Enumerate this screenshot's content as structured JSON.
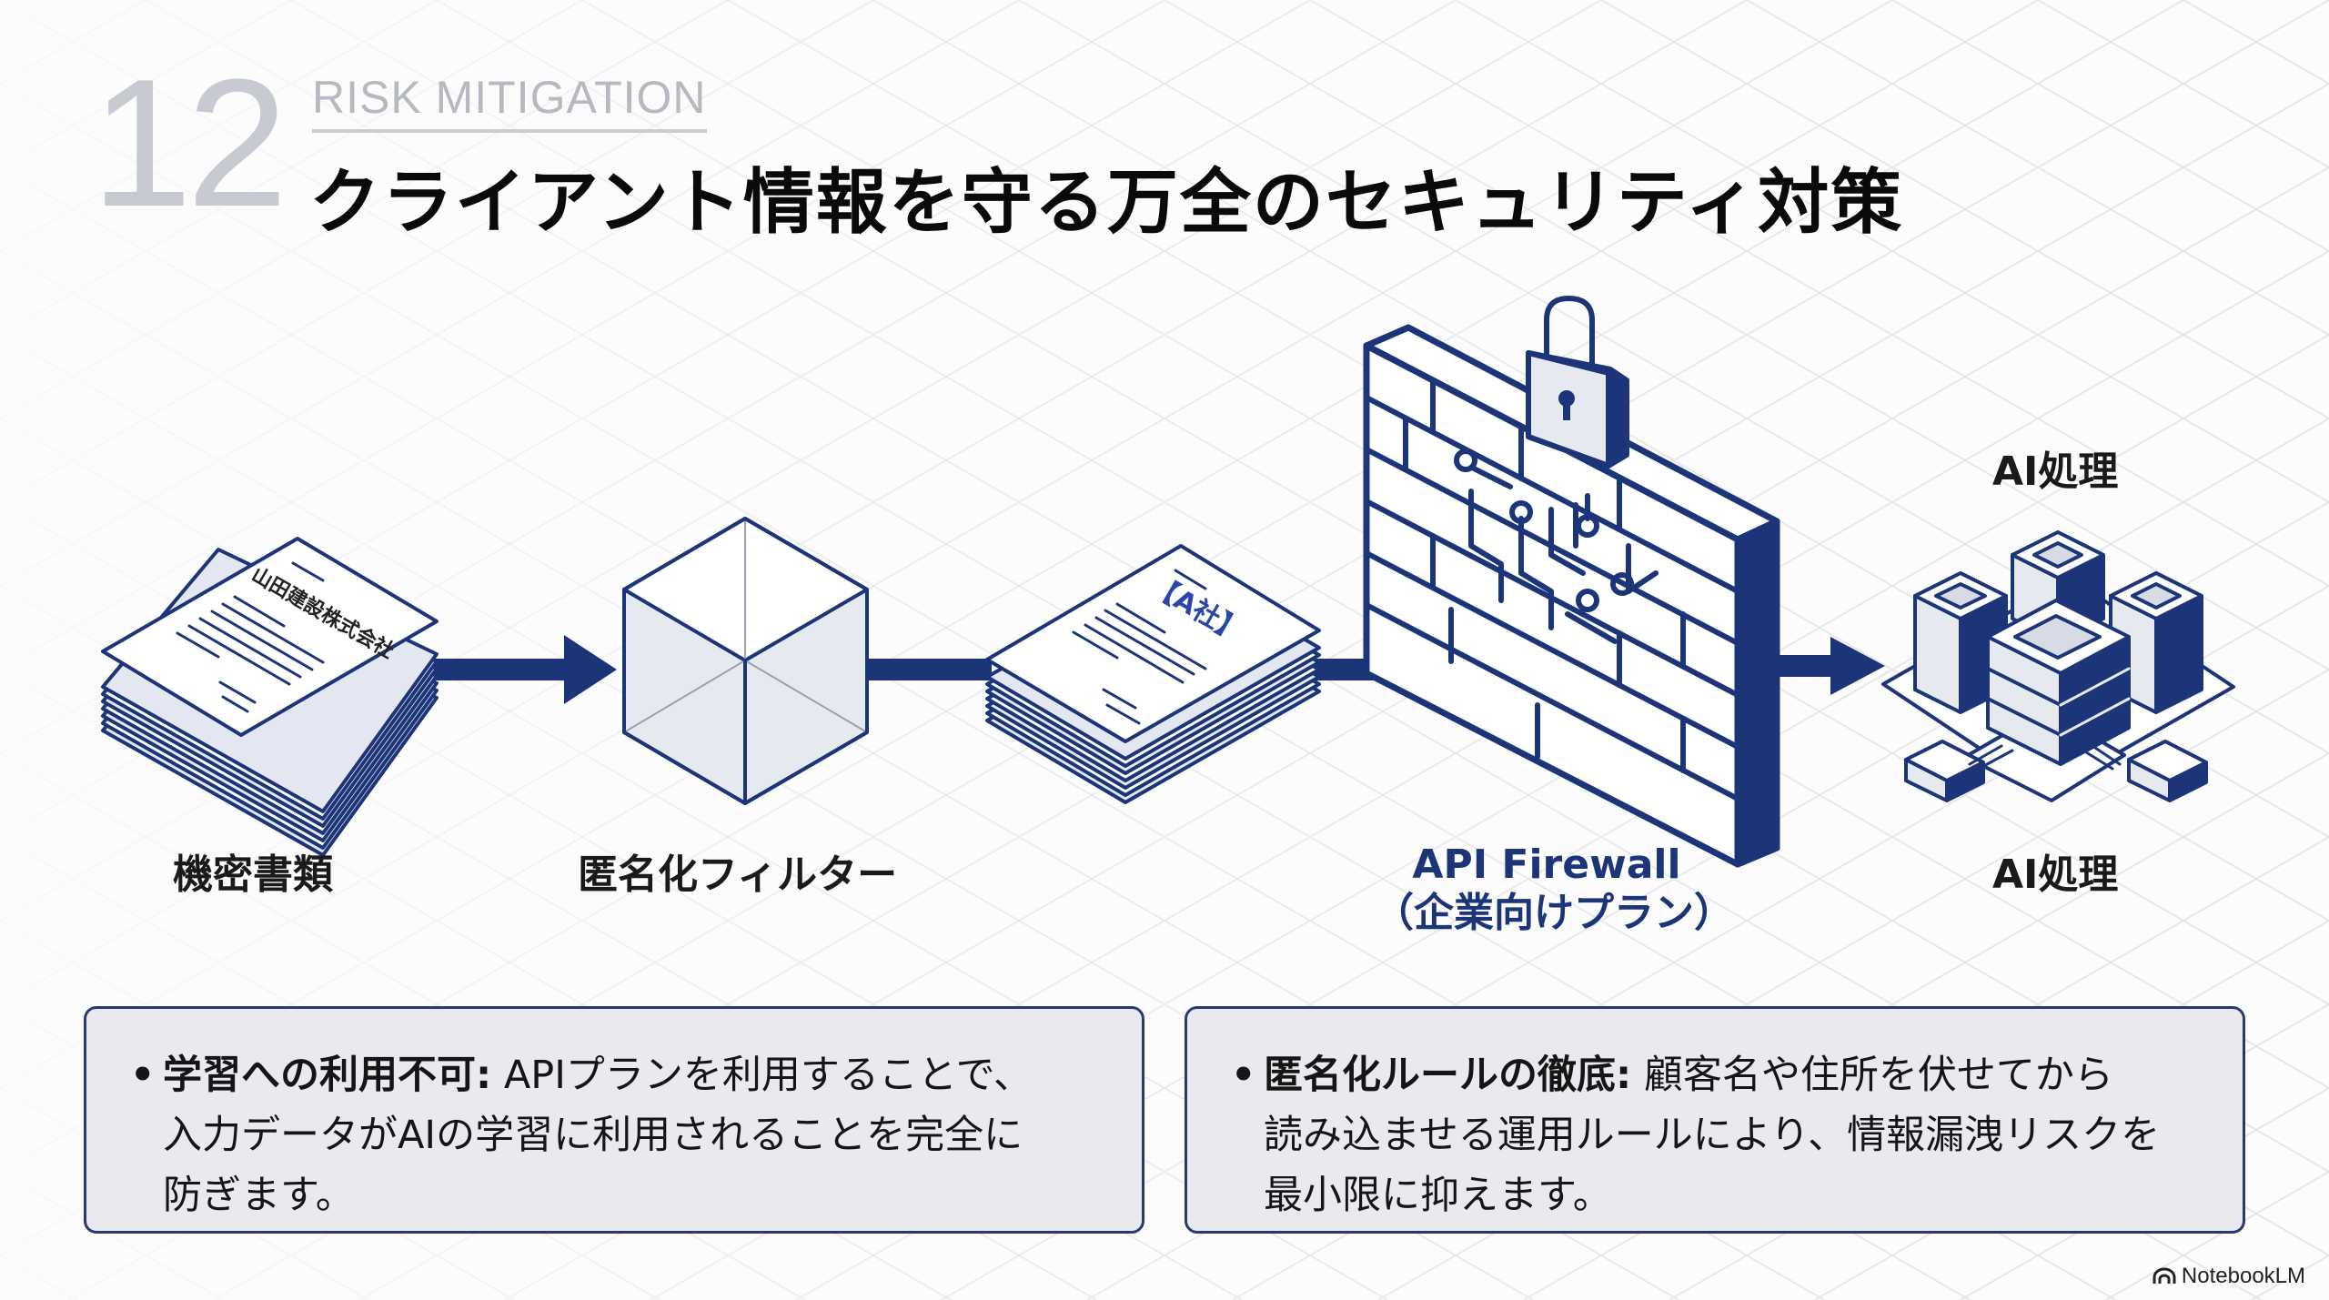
{
  "slide": {
    "number": "12",
    "eyebrow": "RISK MITIGATION",
    "title": "クライアント情報を守る万全のセキュリティ対策"
  },
  "colors": {
    "navy": "#1c3578",
    "navy_dark": "#14275e",
    "face_light": "#e7e9f1",
    "card_bg": "#e8eaf0",
    "number_gray": "#c7cad0"
  },
  "flow": {
    "nodes": [
      {
        "id": "confidential-docs",
        "label": "機密書類",
        "icon": "document-stack-icon",
        "doc_text": "山田建設株式会社"
      },
      {
        "id": "anonymize-filter",
        "label": "匿名化フィルター",
        "icon": "cube-filter-icon"
      },
      {
        "id": "anonymized-docs",
        "label": "",
        "icon": "document-stack-icon",
        "doc_text": "【A社】"
      },
      {
        "id": "api-firewall",
        "label_line1": "API Firewall",
        "label_line2": "（企業向けプラン）",
        "icon": "firewall-lock-icon"
      },
      {
        "id": "ai-processing",
        "label_top": "AI処理",
        "label": "AI処理",
        "icon": "server-cluster-icon"
      }
    ],
    "edges": [
      {
        "from": "confidential-docs",
        "to": "anonymize-filter",
        "arrow": true
      },
      {
        "from": "anonymize-filter",
        "to": "anonymized-docs",
        "arrow": false
      },
      {
        "from": "anonymized-docs",
        "to": "api-firewall",
        "arrow": false
      },
      {
        "from": "api-firewall",
        "to": "ai-processing",
        "arrow": true
      }
    ]
  },
  "cards": [
    {
      "lead": "学習への利用不可:",
      "line1_rest": " APIプランを利用することで、",
      "line2": "入力データがAIの学習に利用されることを完全に",
      "line3": "防ぎます。"
    },
    {
      "lead": "匿名化ルールの徹底:",
      "line1_rest": " 顧客名や住所を伏せてから",
      "line2": "読み込ませる運用ルールにより、情報漏洩リスクを",
      "line3": "最小限に抑えます。"
    }
  ],
  "brand": {
    "name": "NotebookLM",
    "icon": "notebooklm-logo-icon"
  }
}
